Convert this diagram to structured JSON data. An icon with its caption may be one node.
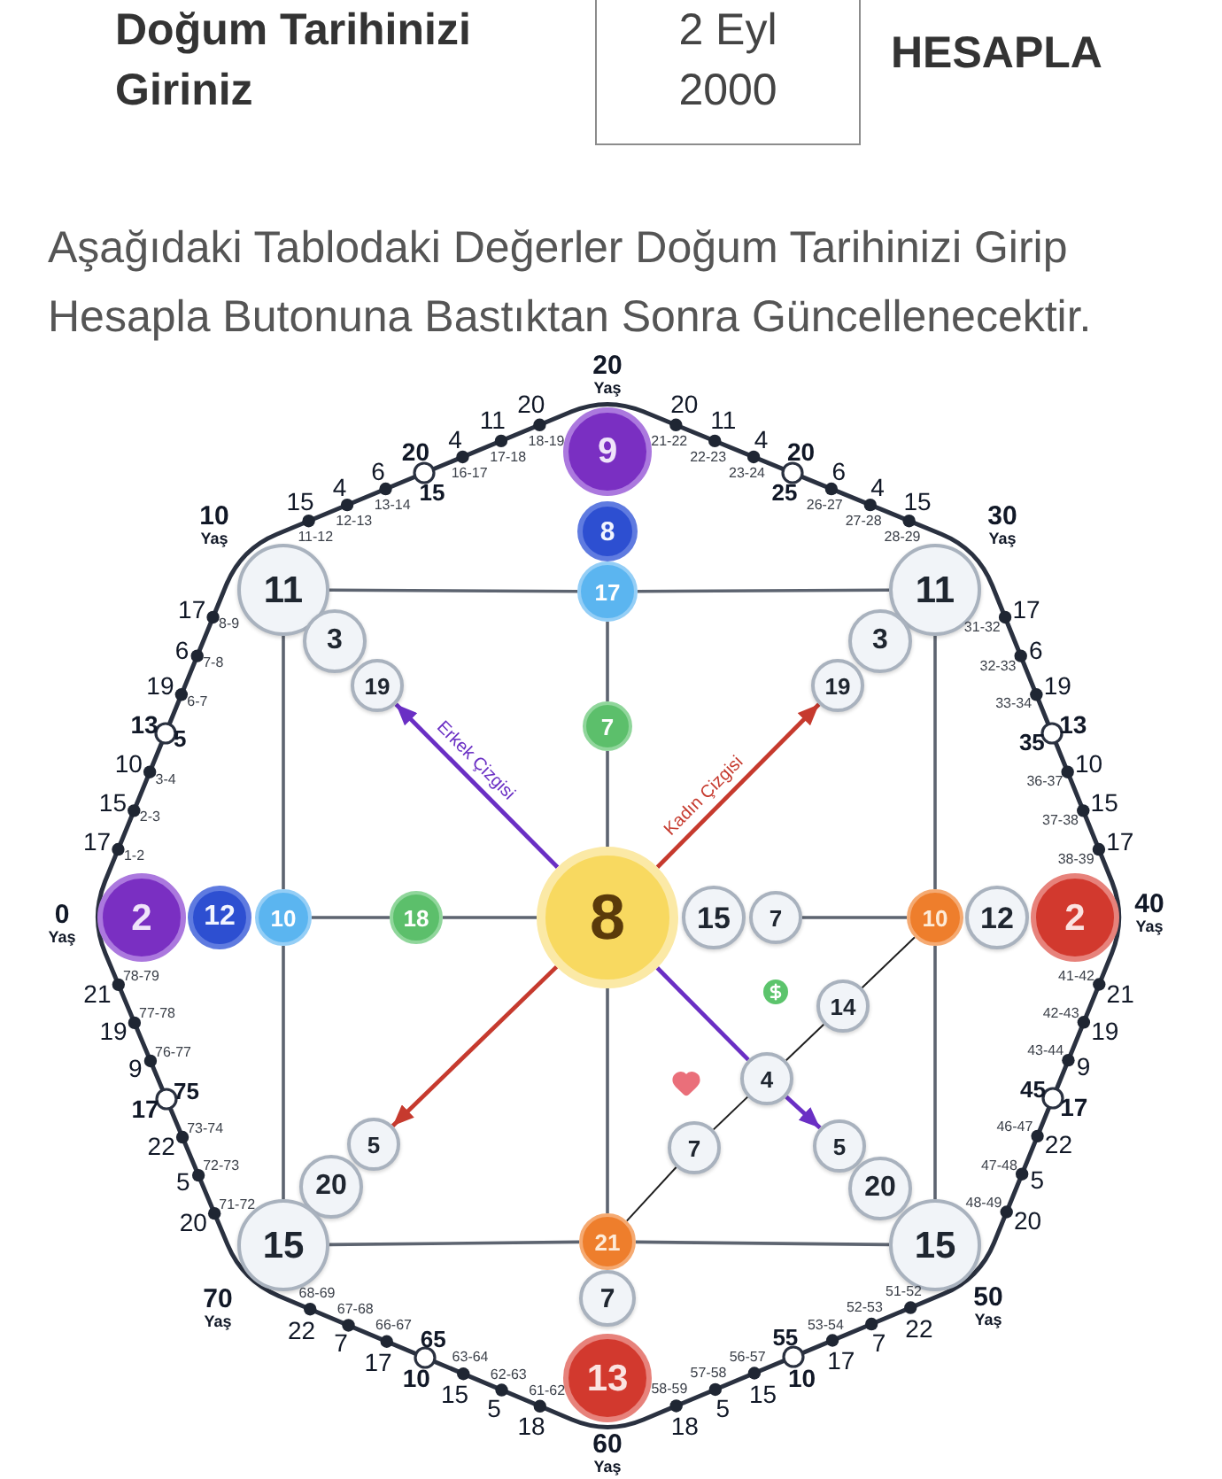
{
  "diagram": {
    "nodes": [
      {
        "text": [
          "2 Eyl 2000"
        ]
      },
      {
        "text": [
          "9"
        ]
      },
      {
        "text": [
          "8"
        ]
      },
      {
        "text": [
          "11"
        ]
      },
      {
        "text": [
          "17"
        ]
      },
      {
        "text": [
          "11"
        ]
      },
      {
        "text": [
          "3"
        ]
      },
      {
        "text": [
          "3"
        ]
      },
      {
        "text": [
          "19"
        ]
      },
      {
        "text": [
          "19"
        ]
      },
      {
        "text": [
          "7"
        ]
      },
      {
        "text": [
          "2"
        ]
      },
      {
        "text": [
          "12"
        ]
      },
      {
        "text": [
          "10"
        ]
      },
      {
        "text": [
          "18"
        ]
      },
      {
        "text": [
          "8"
        ]
      },
      {
        "text": [
          "15"
        ]
      },
      {
        "text": [
          "7"
        ]
      },
      {
        "text": [
          "10"
        ]
      },
      {
        "text": [
          "12"
        ]
      },
      {
        "text": [
          "2"
        ]
      },
      {
        "text": [
          "14"
        ]
      },
      {
        "text": [
          "4"
        ]
      },
      {
        "text": [
          "5"
        ]
      },
      {
        "text": [
          "7"
        ]
      },
      {
        "text": [
          "5"
        ]
      },
      {
        "text": [
          "20"
        ]
      },
      {
        "text": [
          "20"
        ]
      },
      {
        "text": [
          "15"
        ]
      },
      {
        "text": [
          "21"
        ]
      },
      {
        "text": [
          "15"
        ]
      },
      {
        "text": [
          "7"
        ]
      },
      {
        "text": [
          "13"
        ]
      }
    ],
    "edges": [
      {
        "from": 3,
        "to": 4,
        "arrow": "none"
      },
      {
        "from": 4,
        "to": 5,
        "arrow": "none"
      },
      {
        "from": 4,
        "to": 10,
        "arrow": "none"
      },
      {
        "from": 10,
        "to": 15,
        "arrow": "none"
      },
      {
        "from": 3,
        "to": 13,
        "arrow": "none"
      },
      {
        "from": 5,
        "to": 18,
        "arrow": "none"
      },
      {
        "from": 13,
        "to": 14,
        "arrow": "none"
      },
      {
        "from": 14,
        "to": 15,
        "arrow": "none"
      },
      {
        "from": 17,
        "to": 18,
        "arrow": "none"
      },
      {
        "from": 15,
        "to": 8,
        "arrow": "to",
        "label": "Erkek Çizgisi",
        "color": "#6a2fc4"
      },
      {
        "from": 15,
        "to": 9,
        "arrow": "to",
        "label": "Kadın Çizgisi",
        "color": "#c63a2e"
      },
      {
        "from": 15,
        "to": 23,
        "arrow": "to",
        "color": "#c63a2e"
      },
      {
        "from": 15,
        "to": 22,
        "arrow": "none",
        "color": "#6a2fc4"
      },
      {
        "from": 22,
        "to": 25,
        "arrow": "to",
        "color": "#6a2fc4"
      },
      {
        "from": 18,
        "to": 21,
        "arrow": "none",
        "color": "#1f1f1f"
      },
      {
        "from": 21,
        "to": 22,
        "arrow": "none",
        "color": "#1f1f1f"
      },
      {
        "from": 22,
        "to": 24,
        "arrow": "none",
        "color": "#1f1f1f"
      },
      {
        "from": 24,
        "to": 29,
        "arrow": "none",
        "color": "#1f1f1f"
      },
      {
        "from": 13,
        "to": 28,
        "arrow": "none"
      },
      {
        "from": 18,
        "to": 30,
        "arrow": "none"
      },
      {
        "from": 15,
        "to": 29,
        "arrow": "none"
      },
      {
        "from": 28,
        "to": 29,
        "arrow": "none"
      },
      {
        "from": 29,
        "to": 30,
        "arrow": "none"
      }
    ],
    "labels": [
      "Doğum Tarihinizi Giriniz",
      "HESAPLA",
      "Aşağıdaki Tablodaki Değerler Doğum Tarihinizi Girip Hesapla Butonuna Bastıktan Sonra Güncellenecektir.",
      "0 Yaş",
      "17",
      "1-2",
      "15",
      "2-3",
      "10",
      "3-4",
      "13",
      "5",
      "19",
      "6-7",
      "6",
      "7-8",
      "17",
      "8-9",
      "10 Yaş",
      "15",
      "11-12",
      "4",
      "12-13",
      "6",
      "13-14",
      "20",
      "15",
      "4",
      "16-17",
      "11",
      "17-18",
      "20",
      "18-19",
      "20 Yaş",
      "20",
      "21-22",
      "11",
      "22-23",
      "4",
      "23-24",
      "20",
      "25",
      "6",
      "26-27",
      "4",
      "27-28",
      "15",
      "28-29",
      "30 Yaş",
      "17",
      "31-32",
      "6",
      "32-33",
      "19",
      "33-34",
      "13",
      "35",
      "10",
      "36-37",
      "15",
      "37-38",
      "17",
      "38-39",
      "40 Yaş",
      "21",
      "41-42",
      "19",
      "42-43",
      "9",
      "43-44",
      "17",
      "45",
      "22",
      "46-47",
      "5",
      "47-48",
      "20",
      "48-49",
      "50 Yaş",
      "22",
      "51-52",
      "7",
      "52-53",
      "17",
      "53-54",
      "10",
      "55",
      "15",
      "56-57",
      "5",
      "57-58",
      "18",
      "58-59",
      "60 Yaş",
      "18",
      "61-62",
      "5",
      "62-63",
      "15",
      "63-64",
      "10",
      "65",
      "17",
      "66-67",
      "7",
      "67-68",
      "22",
      "68-69",
      "70 Yaş",
      "20",
      "71-72",
      "5",
      "72-73",
      "22",
      "73-74",
      "17",
      "75",
      "9",
      "76-77",
      "19",
      "77-78",
      "21",
      "78-79"
    ]
  }
}
